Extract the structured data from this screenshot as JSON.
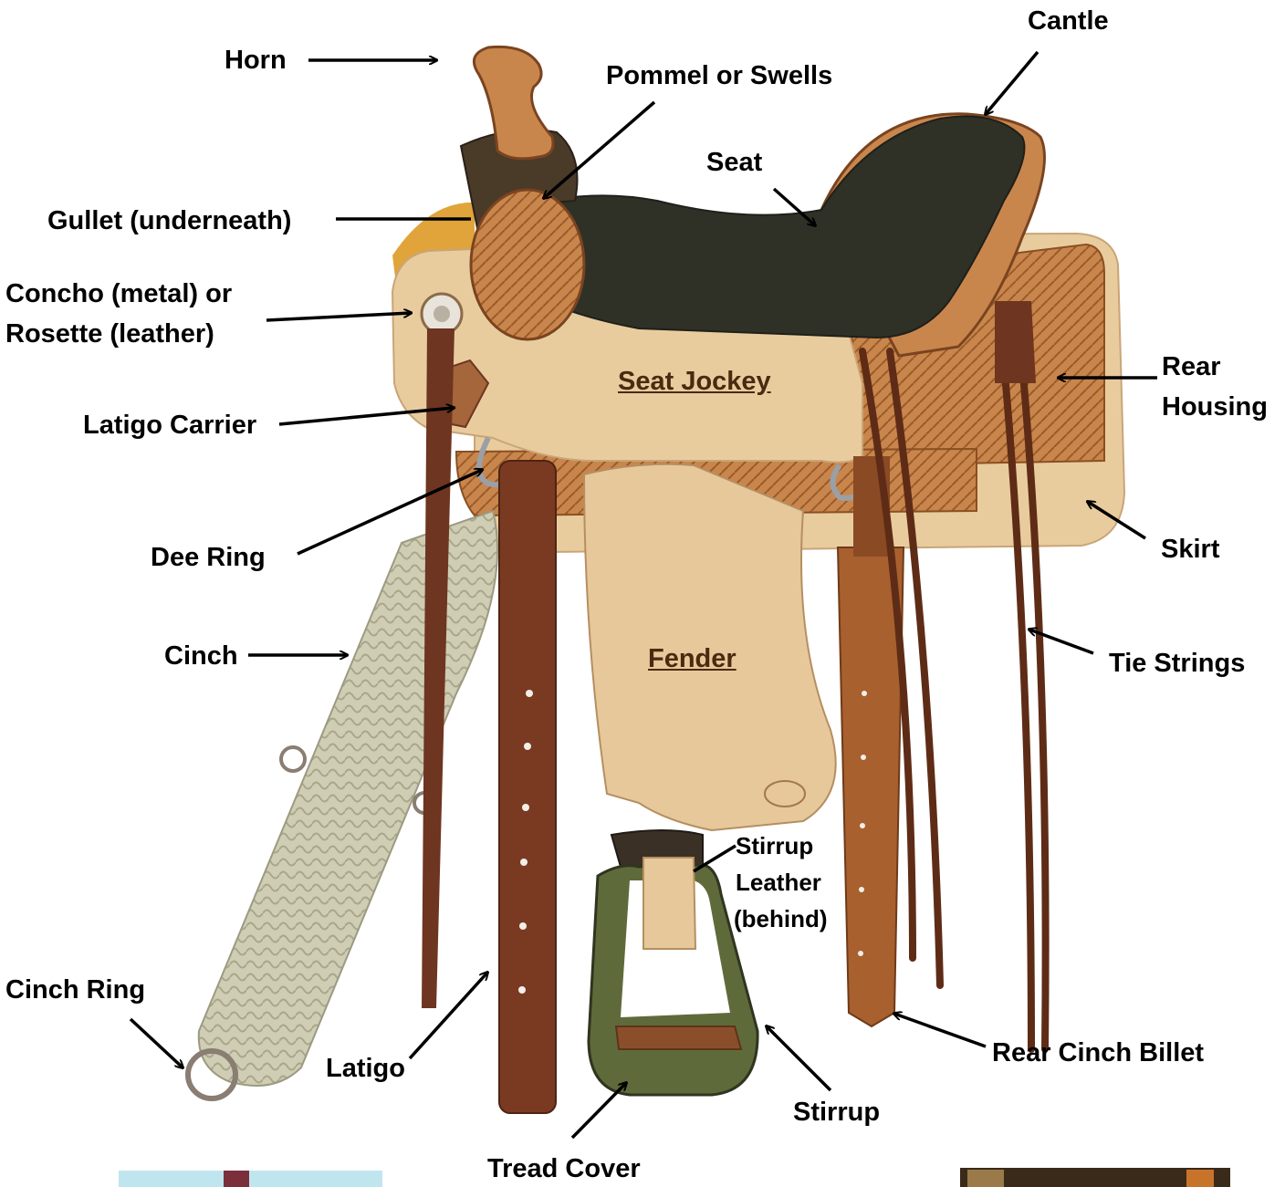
{
  "labels": {
    "horn": "Horn",
    "cantle": "Cantle",
    "pommel": "Pommel or Swells",
    "seat": "Seat",
    "gullet": "Gullet (underneath)",
    "concho_1": "Concho (metal) or",
    "concho_2": "Rosette (leather)",
    "latigo_carrier": "Latigo Carrier",
    "seat_jockey": "Seat Jockey",
    "rear_housing_1": "Rear",
    "rear_housing_2": "Housing",
    "skirt": "Skirt",
    "dee_ring": "Dee Ring",
    "cinch": "Cinch",
    "fender": "Fender",
    "tie_strings": "Tie Strings",
    "stirrup_leather_1": "Stirrup",
    "stirrup_leather_2": "Leather",
    "stirrup_leather_3": "(behind)",
    "cinch_ring": "Cinch Ring",
    "latigo": "Latigo",
    "rear_cinch_billet": "Rear Cinch Billet",
    "stirrup": "Stirrup",
    "tread_cover": "Tread Cover"
  },
  "colors": {
    "rough_out": "#e7c89a",
    "tooled": "#c9864c",
    "dark_leather": "#6e3520",
    "seat_suede": "#2f3127",
    "cinch_mohair": "#cfcdb4",
    "fleece": "#e0a43a"
  }
}
